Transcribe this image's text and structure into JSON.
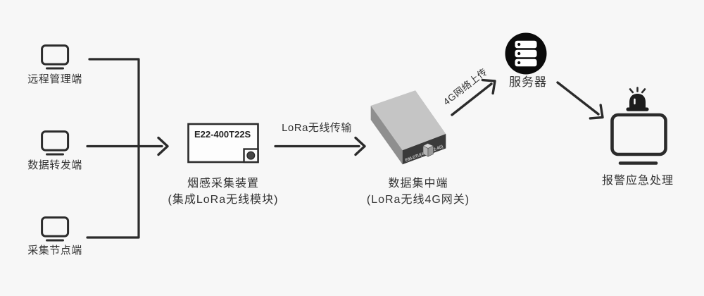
{
  "colors": {
    "background": "#f7f7f7",
    "ink": "#2b2b2b",
    "text": "#333333",
    "device_top": "#c5c5c5",
    "device_side": "#8f8f8f",
    "device_front": "#3a3a3a"
  },
  "icons": {
    "client_terminal": "monitor-icon",
    "server": "server-stack-icon",
    "alarm": "siren-icon",
    "alarm_terminal": "monitor-icon"
  },
  "clients": {
    "items": [
      {
        "label": "远程管理端"
      },
      {
        "label": "数据转发端"
      },
      {
        "label": "采集节点端"
      }
    ]
  },
  "module": {
    "chip_label": "E22-400T22S",
    "caption_line1": "烟感采集装置",
    "caption_line2": "(集成LoRa无线模块)"
  },
  "links": {
    "lora_label": "LoRa无线传输",
    "upload_label": "4G网络上传"
  },
  "gateway": {
    "device_label": "E90-DTU(400SL22-4G)",
    "caption_line1": "数据集中端",
    "caption_line2": "(LoRa无线4G网关)"
  },
  "server": {
    "label": "服务器"
  },
  "alarm": {
    "label": "报警应急处理"
  }
}
